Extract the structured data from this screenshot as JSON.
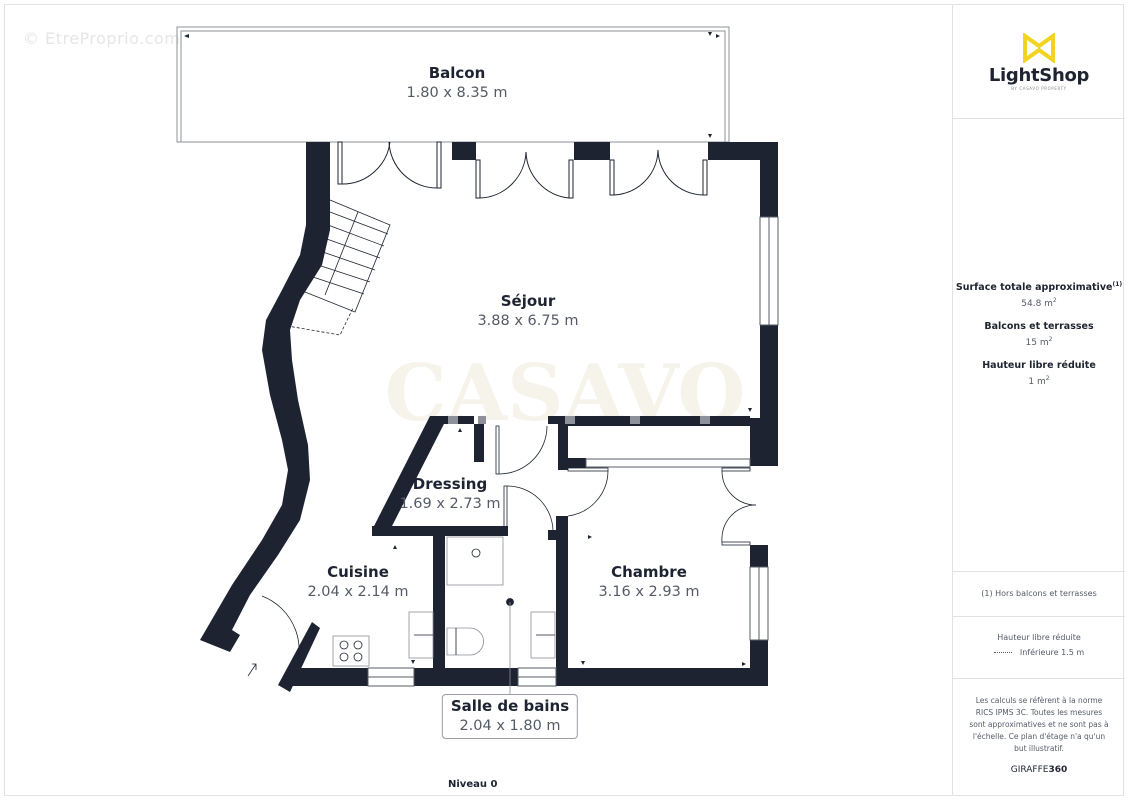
{
  "watermarks": {
    "site": "© EtreProprio.com",
    "agency": "CASAVO"
  },
  "rooms": {
    "balcon": {
      "name": "Balcon",
      "dims": "1.80 x 8.35 m"
    },
    "sejour": {
      "name": "Séjour",
      "dims": "3.88 x 6.75 m"
    },
    "dressing": {
      "name": "Dressing",
      "dims": "1.69 x 2.73 m"
    },
    "cuisine": {
      "name": "Cuisine",
      "dims": "2.04 x 2.14 m"
    },
    "chambre": {
      "name": "Chambre",
      "dims": "3.16 x 2.93 m"
    },
    "salle_de_bains": {
      "name": "Salle de bains",
      "dims": "2.04 x 1.80 m"
    }
  },
  "level": "Niveau 0",
  "sidebar": {
    "logo": {
      "name": "LightShop",
      "subtitle": "BY CASAVO PROPERTY",
      "icon": "bowtie-logo-icon",
      "color": "#f2d41f"
    },
    "stats": [
      {
        "title": "Surface totale approximative",
        "footnote": "(1)",
        "value": "54.8 m",
        "unit_sup": "2"
      },
      {
        "title": "Balcons et terrasses",
        "value": "15 m",
        "unit_sup": "2"
      },
      {
        "title": "Hauteur libre réduite",
        "value": "1 m",
        "unit_sup": "2"
      }
    ],
    "footnote": "(1) Hors balcons et terrasses",
    "legend": {
      "title": "Hauteur libre réduite",
      "item": "Inférieure 1.5 m"
    },
    "disclaimer": "Les calculs se réfèrent à la norme RICS IPMS 3C. Toutes les mesures sont approximatives et ne sont pas à l'échelle. Ce plan d'étage n'a qu'un but illustratif.",
    "brand": {
      "prefix": "GIRAFFE",
      "suffix": "360"
    }
  },
  "colors": {
    "wall": "#1d2330",
    "text_dark": "#1d2330",
    "text_muted": "#555b66",
    "border": "#e2e2e2",
    "logo_yellow": "#f2d41f"
  }
}
